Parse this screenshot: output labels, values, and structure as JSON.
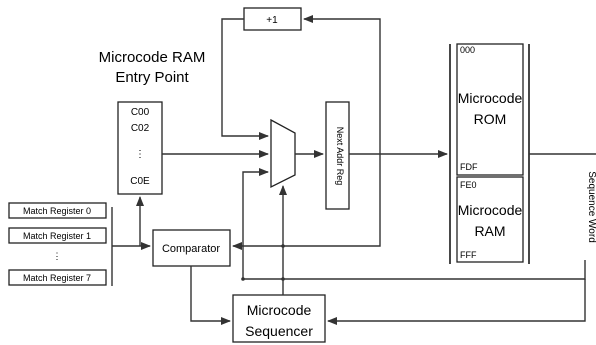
{
  "title": {
    "line1": "Microcode RAM",
    "line2": "Entry Point"
  },
  "entry_ram": {
    "rows": [
      "C00",
      "C02",
      "⋮",
      "C0E"
    ]
  },
  "match_registers": {
    "reg0": "Match Register 0",
    "reg1": "Match Register 1",
    "dots": "⋮",
    "reg7": "Match Register 7"
  },
  "comparator": {
    "label": "Comparator"
  },
  "sequencer": {
    "line1": "Microcode",
    "line2": "Sequencer"
  },
  "incrementer": {
    "label": "+1"
  },
  "next_addr_reg": {
    "label": "Next Addr Reg"
  },
  "microcode_rom": {
    "start_addr": "000",
    "line1": "Microcode",
    "line2": "ROM",
    "end_addr": "FDF"
  },
  "microcode_ram": {
    "start_addr": "FE0",
    "line1": "Microcode",
    "line2": "RAM",
    "end_addr": "FFF"
  },
  "sequence_word": {
    "label": "Sequence Word"
  }
}
